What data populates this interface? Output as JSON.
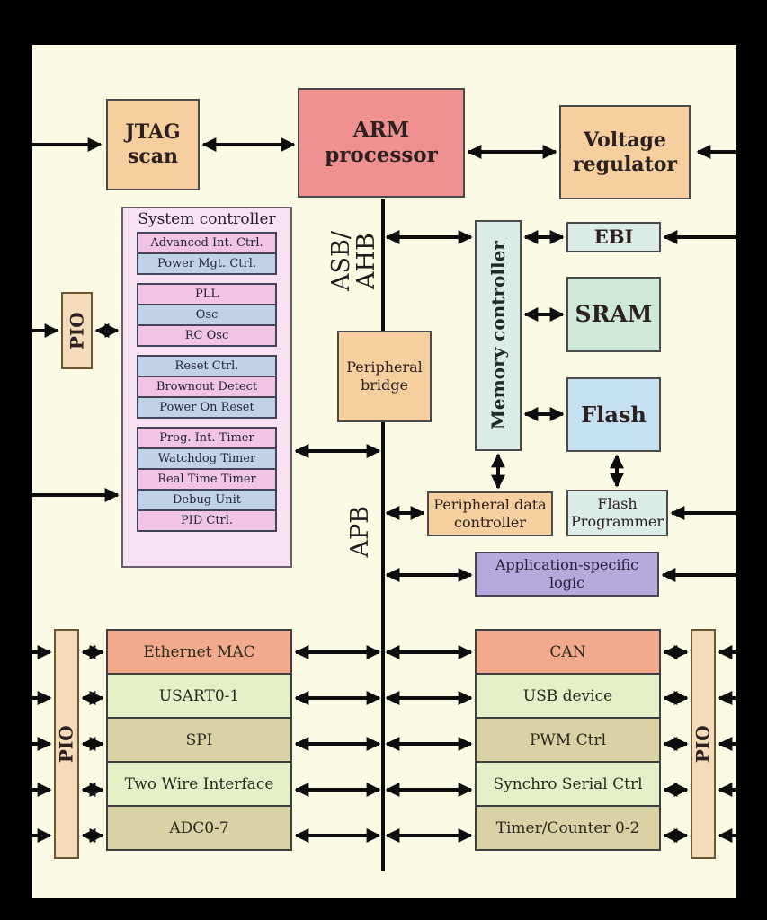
{
  "palette": {
    "background": "#000000",
    "sheet": "#fbfae5",
    "orange": "#f6cf9e",
    "pio_orange": "#f4dcba",
    "red": "#f09090",
    "sysctrl_bg": "#f8e2f2",
    "pink": "#f0c4e2",
    "blue": "#c2d2e6",
    "cyan": "#dcece6",
    "green": "#cfe9d8",
    "lightblue": "#c6e2f2",
    "purple": "#b7a9da",
    "salmon": "#f2a98c",
    "lightgreen": "#e4f0c8",
    "tan": "#d8d2a6"
  },
  "blocks": {
    "jtag": "JTAG scan",
    "arm": "ARM processor",
    "voltage": "Voltage regulator",
    "peripheral_bridge": "Peripheral bridge",
    "memory_controller": "Memory controller",
    "ebi": "EBI",
    "sram": "SRAM",
    "flash": "Flash",
    "pdc": "Peripheral data controller",
    "flash_programmer": "Flash Programmer",
    "asl": "Application-specific logic",
    "pio": "PIO"
  },
  "buses": {
    "asb_ahb": "ASB/\nAHB",
    "apb": "APB"
  },
  "system_controller": {
    "title": "System controller",
    "groups": [
      {
        "items": [
          {
            "label": "Advanced Int. Ctrl.",
            "fill": "#f0c4e2"
          },
          {
            "label": "Power Mgt. Ctrl.",
            "fill": "#c2d2e6"
          }
        ]
      },
      {
        "items": [
          {
            "label": "PLL",
            "fill": "#f0c4e2"
          },
          {
            "label": "Osc",
            "fill": "#c2d2e6"
          },
          {
            "label": "RC Osc",
            "fill": "#f0c4e2"
          }
        ]
      },
      {
        "items": [
          {
            "label": "Reset Ctrl.",
            "fill": "#c2d2e6"
          },
          {
            "label": "Brownout Detect",
            "fill": "#f0c4e2"
          },
          {
            "label": "Power On Reset",
            "fill": "#c2d2e6"
          }
        ]
      },
      {
        "items": [
          {
            "label": "Prog. Int. Timer",
            "fill": "#f0c4e2"
          },
          {
            "label": "Watchdog Timer",
            "fill": "#c2d2e6"
          },
          {
            "label": "Real Time Timer",
            "fill": "#f0c4e2"
          },
          {
            "label": "Debug Unit",
            "fill": "#c2d2e6"
          },
          {
            "label": "PID Ctrl.",
            "fill": "#f0c4e2"
          }
        ]
      }
    ]
  },
  "peripherals_left": [
    {
      "label": "Ethernet MAC",
      "fill": "#f2a98c"
    },
    {
      "label": "USART0-1",
      "fill": "#e4f0c8"
    },
    {
      "label": "SPI",
      "fill": "#d8d2a6"
    },
    {
      "label": "Two Wire Interface",
      "fill": "#e4f0c8"
    },
    {
      "label": "ADC0-7",
      "fill": "#d8d2a6"
    }
  ],
  "peripherals_right": [
    {
      "label": "CAN",
      "fill": "#f2a98c"
    },
    {
      "label": "USB device",
      "fill": "#e4f0c8"
    },
    {
      "label": "PWM Ctrl",
      "fill": "#d8d2a6"
    },
    {
      "label": "Synchro Serial Ctrl",
      "fill": "#e4f0c8"
    },
    {
      "label": "Timer/Counter 0-2",
      "fill": "#d8d2a6"
    }
  ]
}
